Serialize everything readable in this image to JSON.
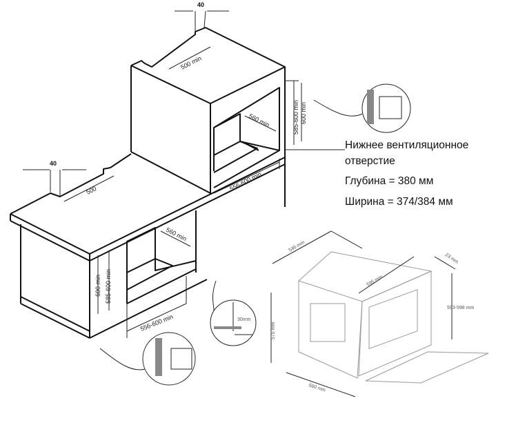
{
  "labels": {
    "gap_top": "40",
    "depth_top": "500 min",
    "niche_depth_top": "560 min",
    "height_top_a": "585-600 min",
    "height_top_b": "600 min",
    "width_top": "556-600 min",
    "gap_counter": "40",
    "depth_counter": "500",
    "niche_depth_bottom": "560 min",
    "height_bottom_a": "600 min",
    "height_bottom_b": "585-600 min",
    "width_bottom": "556-600 min",
    "detail_gap": "30mm"
  },
  "oven": {
    "depth": "546 mm",
    "width": "595 mm",
    "panel": "23 mm",
    "height": "593-598 mm",
    "body_height": "575 mm",
    "body_width": "560 mm"
  },
  "note": {
    "line1": "Нижнее вентиляционное",
    "line2": "отверстие",
    "line3": "Глубина = 380 мм",
    "line4": "Ширина = 374/384 мм"
  }
}
